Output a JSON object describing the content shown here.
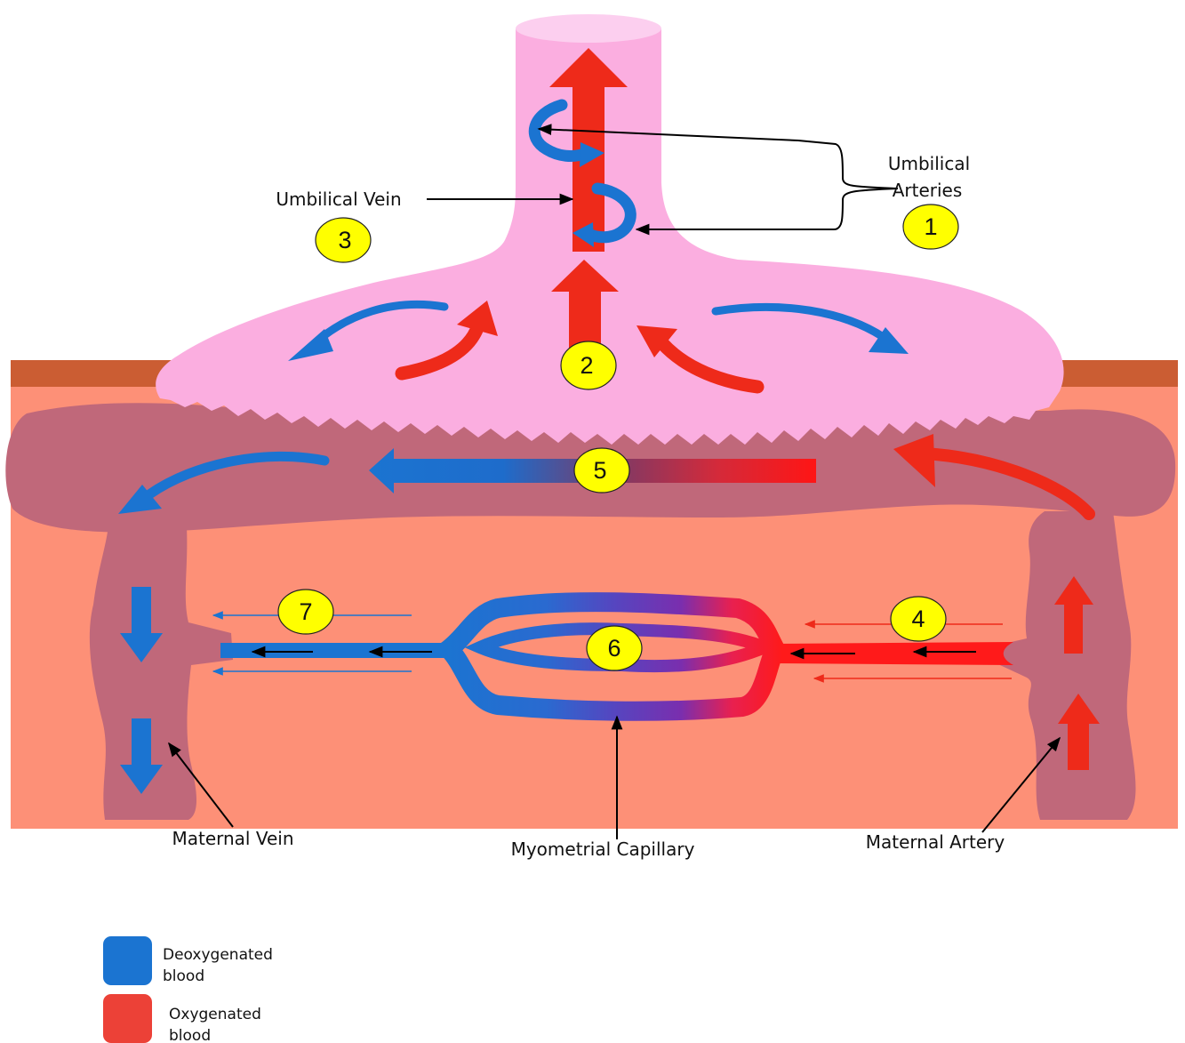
{
  "labels": {
    "umbilical_arteries_line1": "Umbilical",
    "umbilical_arteries_line2": "Arteries",
    "umbilical_vein": "Umbilical Vein",
    "maternal_vein": "Maternal  Vein",
    "myometrial_capillary": "Myometrial Capillary",
    "maternal_artery": "Maternal  Artery"
  },
  "badges": {
    "b1": "1",
    "b2": "2",
    "b3": "3",
    "b4": "4",
    "b5": "5",
    "b6": "6",
    "b7": "7"
  },
  "legend": {
    "deoxy_line1": "Deoxygenated",
    "deoxy_line2": "blood",
    "oxy_line1": "Oxygenated",
    "oxy_line2": "blood"
  },
  "colors": {
    "deoxygenated": "#1b74d1",
    "oxygenated": "#ee2a1a",
    "placenta": "#fbaee0",
    "uterine_wall": "#fd9077",
    "maternal_vessel": "#c0687a",
    "badge": "#ffff00"
  }
}
